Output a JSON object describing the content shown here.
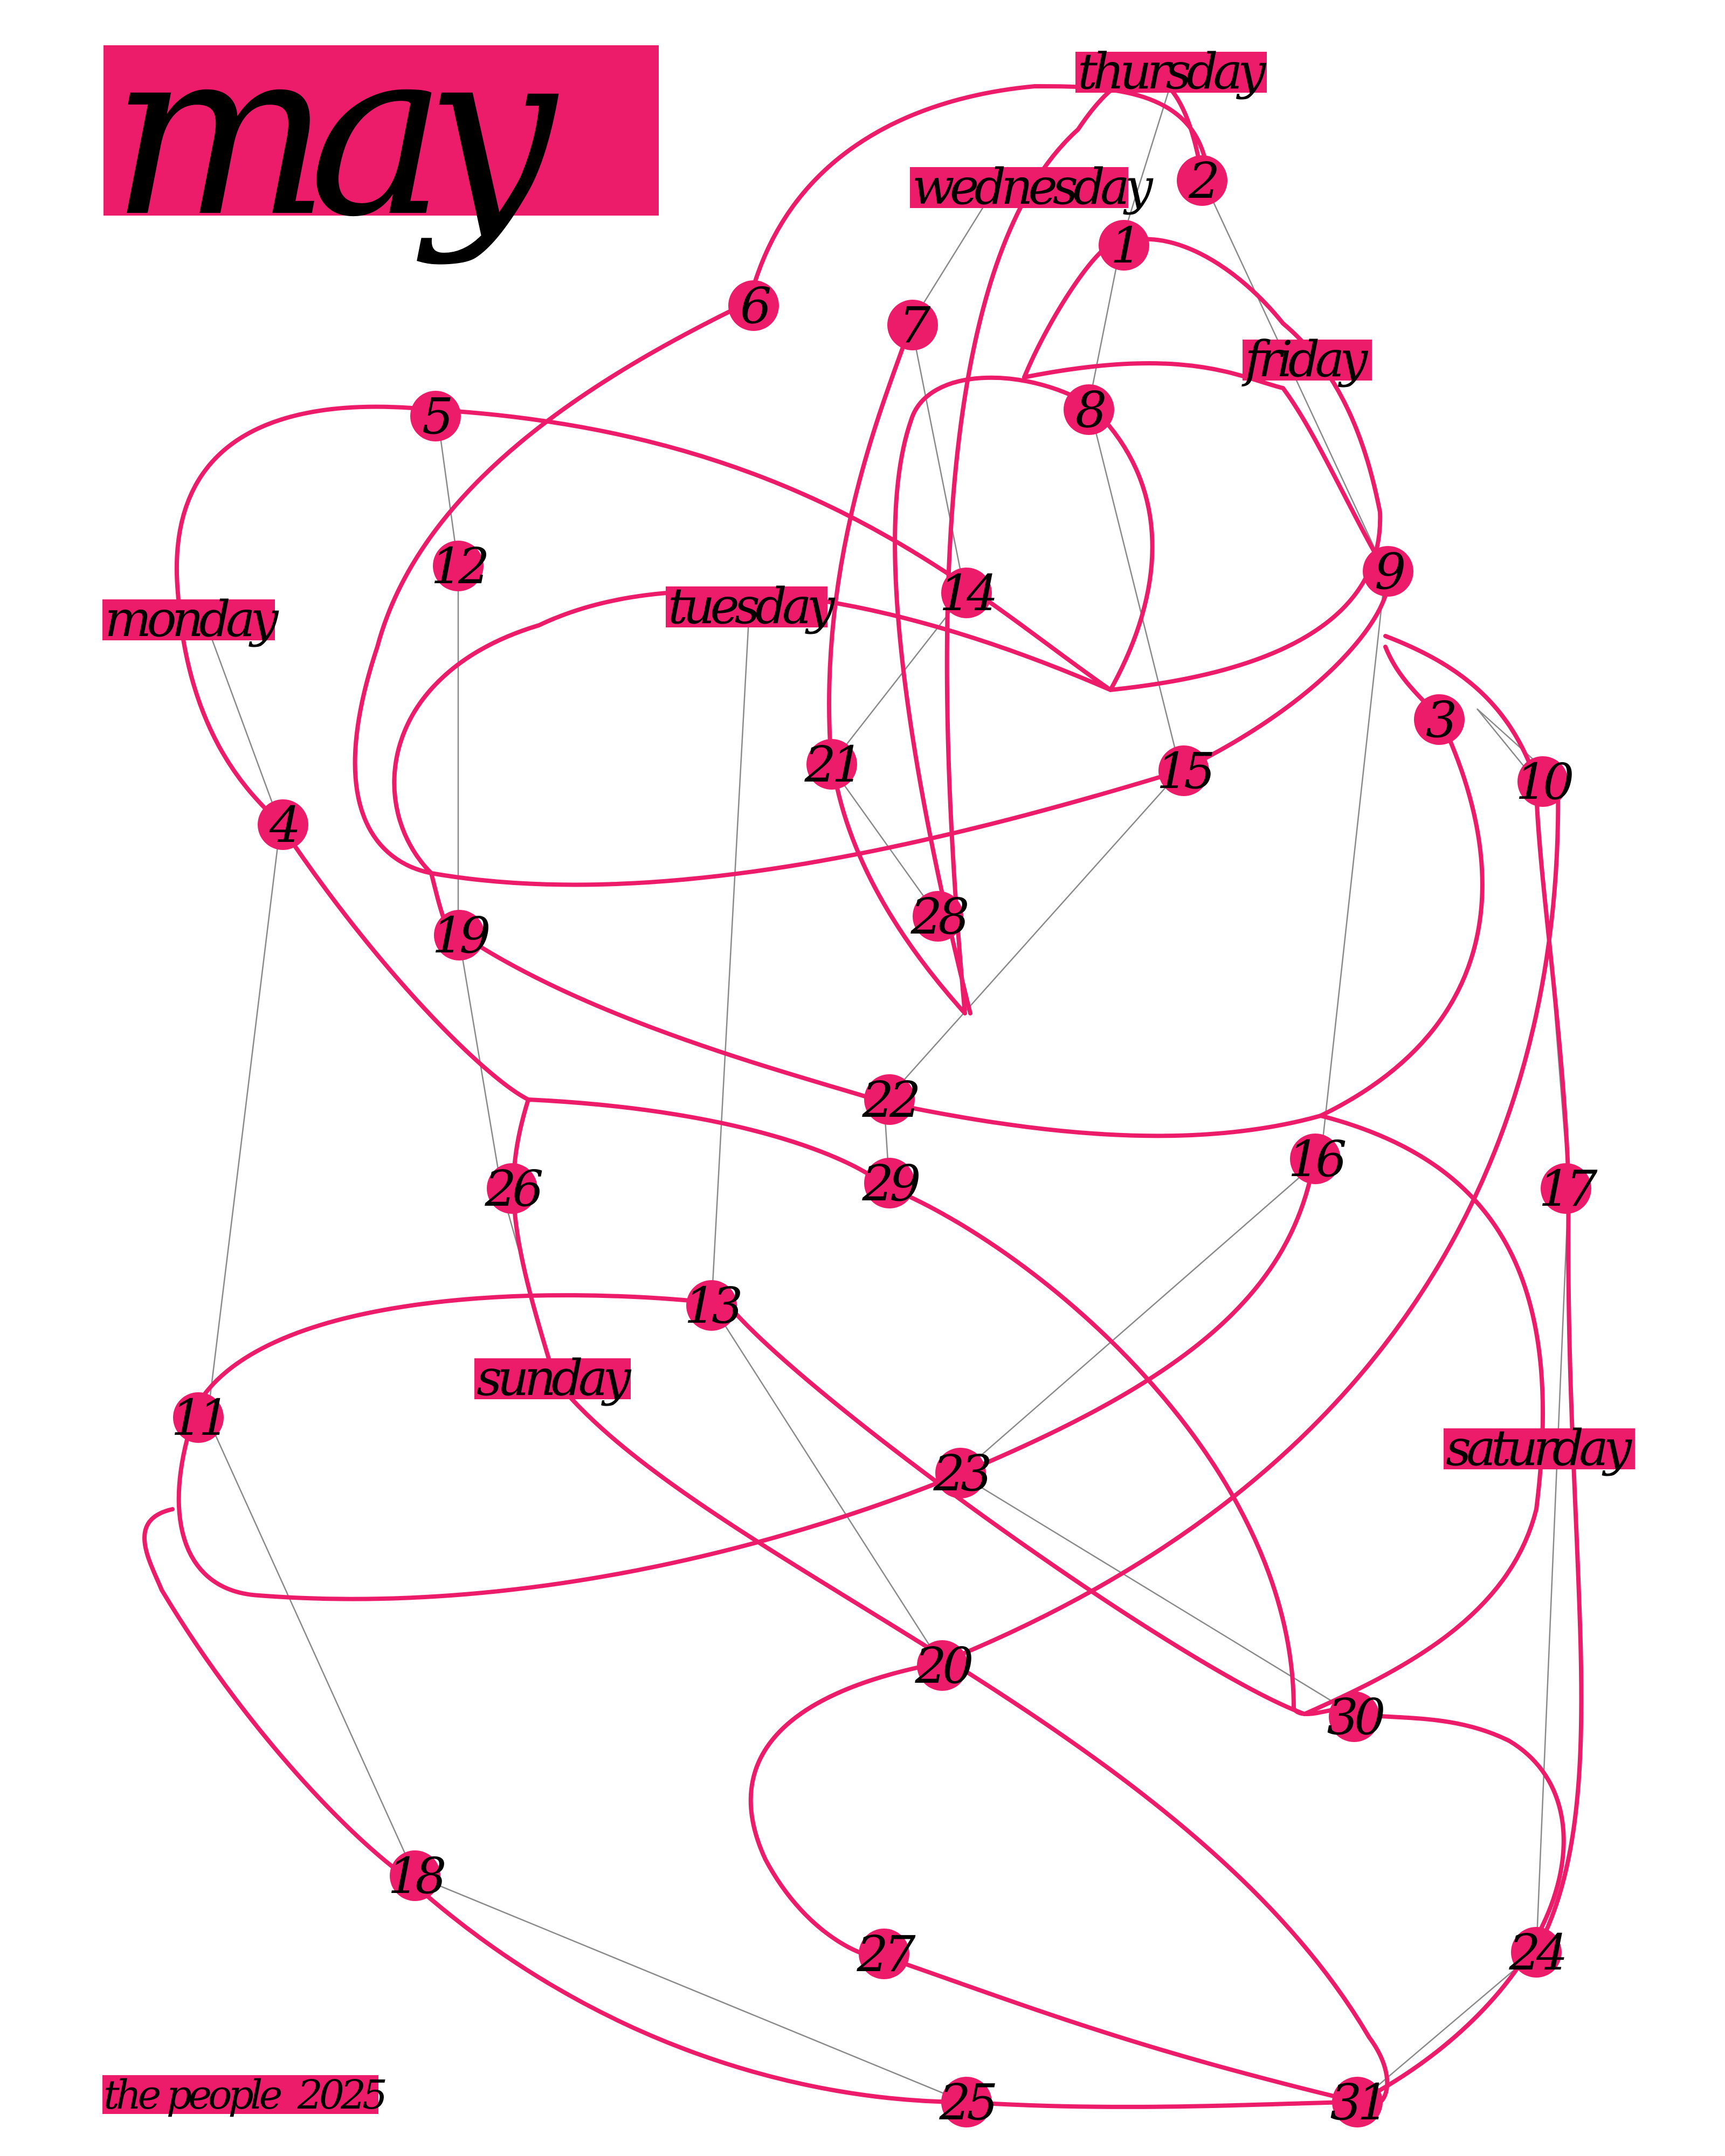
{
  "month": "may",
  "footer": {
    "text": "the people",
    "year": "2025"
  },
  "weekdays": {
    "monday": "monday",
    "tuesday": "tuesday",
    "wednesday": "wednesday",
    "thursday": "thursday",
    "friday": "friday",
    "saturday": "saturday",
    "sunday": "sunday"
  },
  "days": [
    "1",
    "2",
    "3",
    "4",
    "5",
    "6",
    "7",
    "8",
    "9",
    "10",
    "11",
    "12",
    "13",
    "14",
    "15",
    "16",
    "17",
    "18",
    "19",
    "20",
    "21",
    "22",
    "23",
    "24",
    "25",
    "26",
    "27",
    "28",
    "29",
    "30",
    "31"
  ],
  "colors": {
    "accent": "#ec1c6b",
    "text": "#000000",
    "connector": "#8a8a8a",
    "background": "#ffffff"
  }
}
